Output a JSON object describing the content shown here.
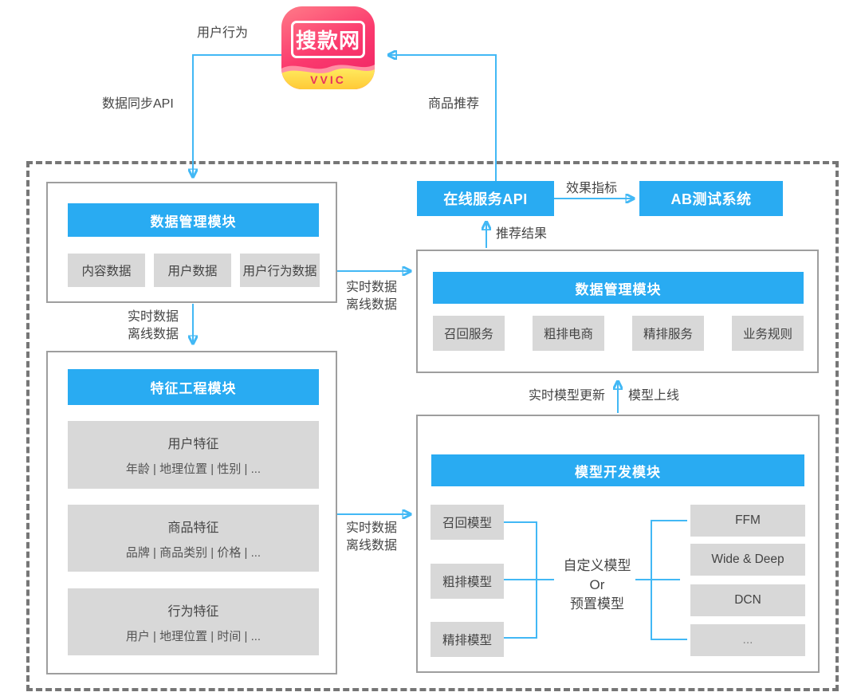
{
  "app_icon": {
    "name": "搜款网",
    "subtitle": "VVIC"
  },
  "labels": {
    "user_behavior": "用户行为",
    "data_sync_api": "数据同步API",
    "product_recommend": "商品推荐",
    "realtime_data": "实时数据",
    "offline_data": "离线数据",
    "recommend_result": "推荐结果",
    "effect_metric": "效果指标",
    "realtime_model_update": "实时模型更新",
    "model_online": "模型上线"
  },
  "modules": {
    "data_mgmt": {
      "title": "数据管理模块",
      "items": [
        "内容数据",
        "用户数据",
        "用户行为数据"
      ]
    },
    "feature_eng": {
      "title": "特征工程模块",
      "items": [
        {
          "title": "用户特征",
          "detail": "年龄 | 地理位置 | 性别 | ..."
        },
        {
          "title": "商品特征",
          "detail": "品牌 | 商品类别 | 价格 | ..."
        },
        {
          "title": "行为特征",
          "detail": "用户 | 地理位置 | 时间 | ..."
        }
      ]
    },
    "online_api": {
      "title": "在线服务API"
    },
    "ab_test": {
      "title": "AB测试系统"
    },
    "serving": {
      "title": "数据管理模块",
      "items": [
        "召回服务",
        "粗排电商",
        "精排服务",
        "业务规则"
      ]
    },
    "model_dev": {
      "title": "模型开发模块",
      "left_items": [
        "召回模型",
        "粗排模型",
        "精排模型"
      ],
      "center_lines": [
        "自定义模型",
        "Or",
        "预置模型"
      ],
      "right_items": [
        "FFM",
        "Wide & Deep",
        "DCN",
        "..."
      ]
    }
  },
  "colors": {
    "accent_blue": "#29ABF2",
    "line_blue": "#42B8F5",
    "item_gray": "#D8D8D8",
    "box_border_gray": "#9E9E9E",
    "dashed_border_gray": "#767676",
    "icon_pink": "#FB3A6E",
    "icon_yellow": "#FFD83D",
    "icon_text_red": "#E8315E"
  }
}
